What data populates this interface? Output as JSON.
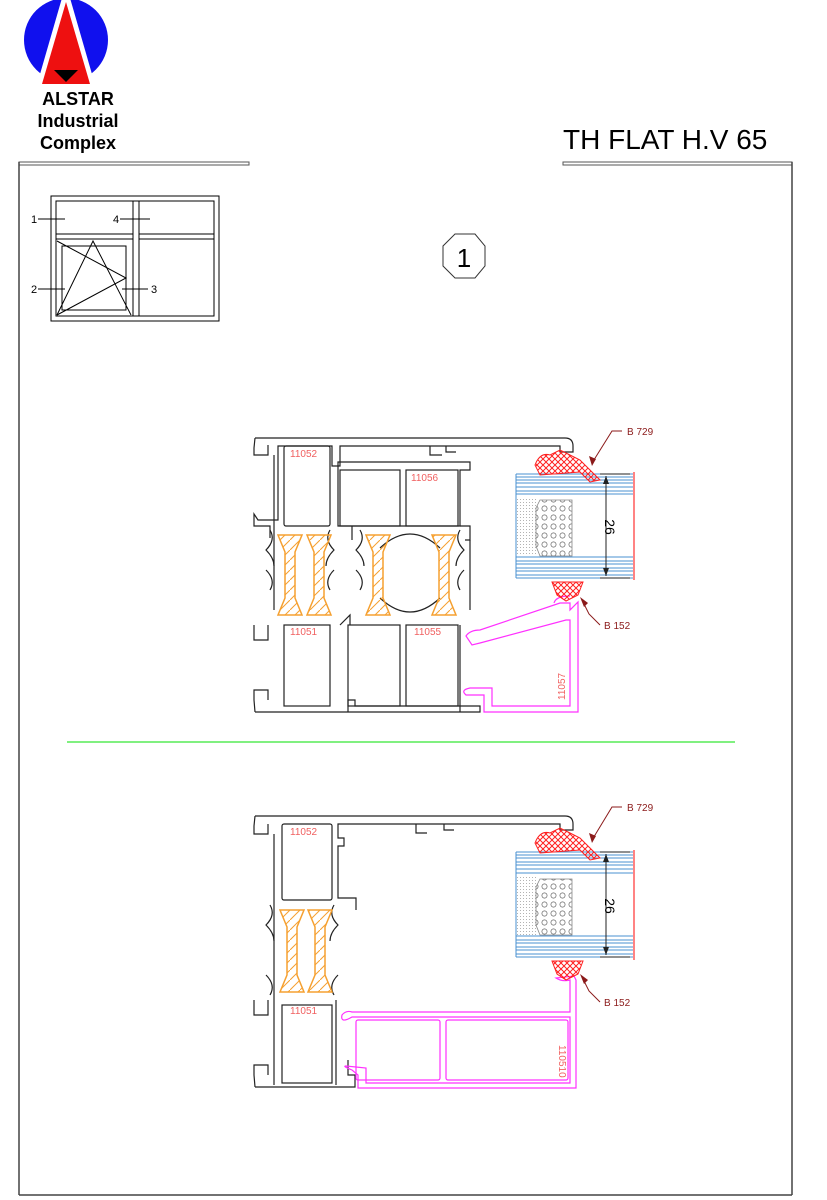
{
  "logo": {
    "line1": "ALSTAR",
    "line2": "Industrial",
    "line3": "Complex",
    "colors": {
      "circle": "#1010ee",
      "arrow": "#ee1010",
      "tip": "#000000"
    }
  },
  "title": "TH FLAT H.V 65",
  "key_plan": {
    "labels": [
      "1",
      "2",
      "3",
      "4"
    ]
  },
  "section_marker": "1",
  "section_top": {
    "profile_codes": [
      "11052",
      "11056",
      "11051",
      "11055",
      "11057"
    ],
    "gaskets": [
      "B 729",
      "B 152"
    ],
    "dimension": "26"
  },
  "section_bottom": {
    "profile_codes": [
      "11052",
      "11051",
      "110510"
    ],
    "gaskets": [
      "B 729",
      "B 152"
    ],
    "dimension": "26"
  },
  "colors": {
    "profile": "#222222",
    "profile_label": "#f06060",
    "thermal_break": "#f5a030",
    "gasket": "#ff2020",
    "leader": "#8b1a1a",
    "glass": "#4a90d0",
    "bead": "#ff30ff",
    "divider": "#80f080",
    "glass_edge": "#ff3030"
  }
}
